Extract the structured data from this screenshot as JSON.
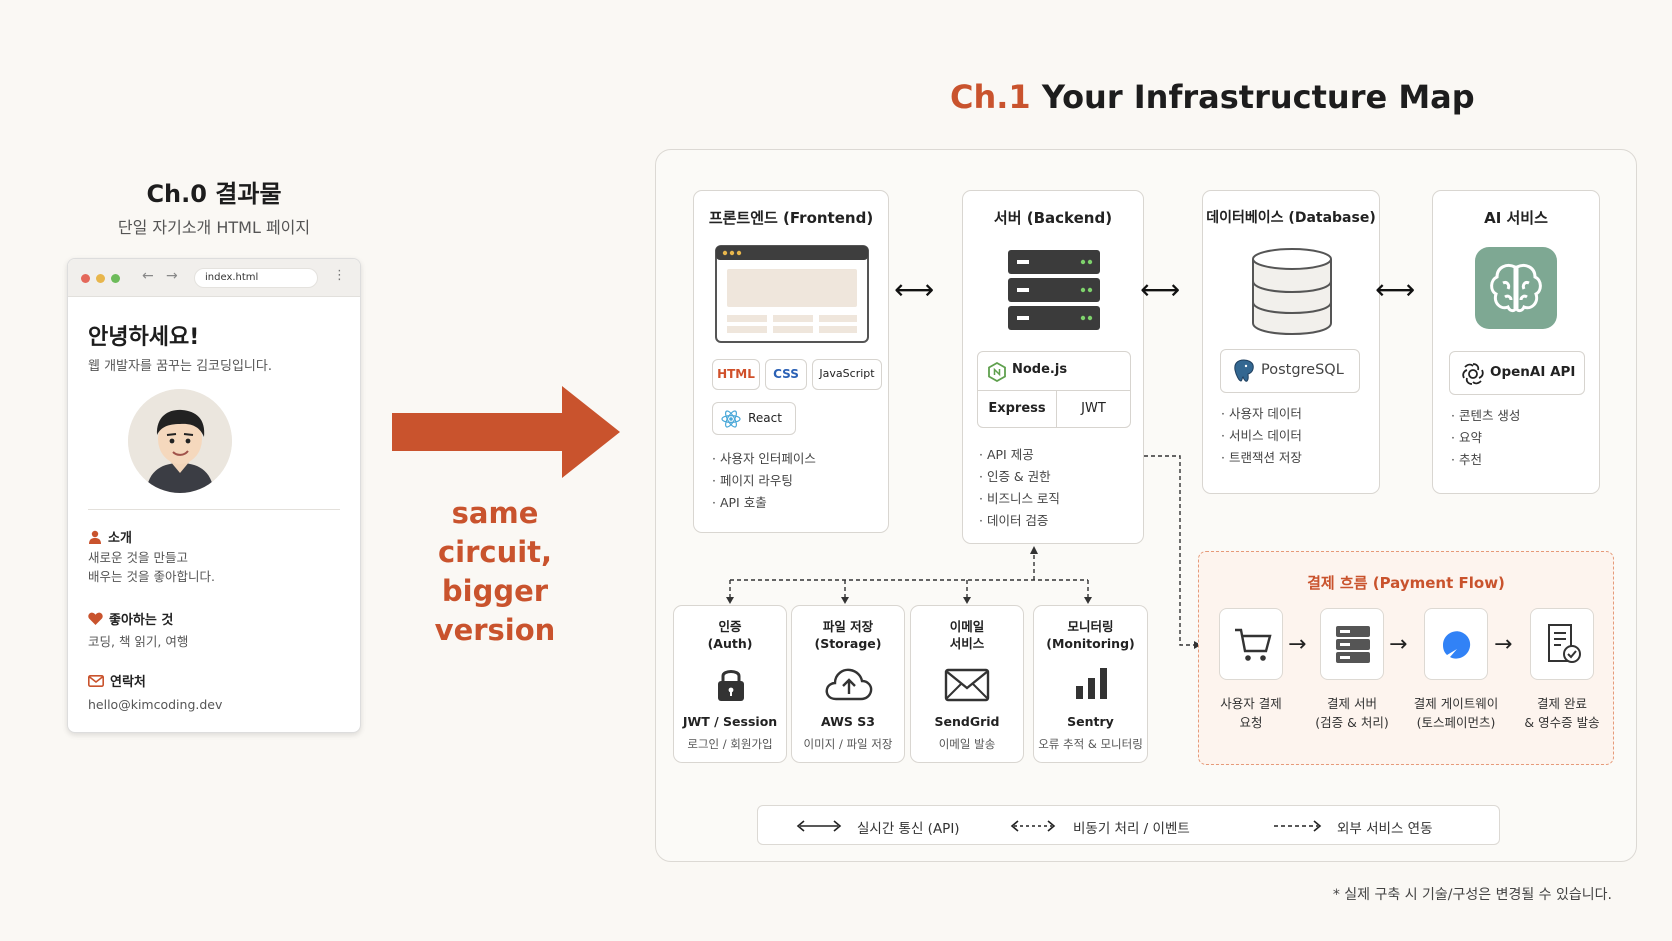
{
  "ch0": {
    "title": "Ch.0 결과물",
    "subtitle": "단일 자기소개 HTML 페이지",
    "browser": {
      "url": "index.html",
      "greeting": "안녕하세요!",
      "intro": "웹 개발자를 꿈꾸는 김코딩입니다.",
      "sections": [
        {
          "heading": "소개",
          "icon": "person-icon",
          "lines": [
            "새로운 것을 만들고",
            "배우는 것을 좋아합니다."
          ]
        },
        {
          "heading": "좋아하는 것",
          "icon": "heart-icon",
          "lines": [
            "코딩, 책 읽기, 여행"
          ]
        },
        {
          "heading": "연락처",
          "icon": "mail-icon",
          "lines": [
            "hello@kimcoding.dev"
          ]
        }
      ]
    }
  },
  "arrow_caption": [
    "same circuit,",
    "bigger version"
  ],
  "ch1": {
    "title_accent": "Ch.1",
    "title_rest": " Your Infrastructure Map",
    "frontend": {
      "title": "프론트엔드 (Frontend)",
      "chips": [
        "HTML",
        "CSS",
        "JavaScript",
        "React"
      ],
      "bullets": [
        "사용자 인터페이스",
        "페이지 라우팅",
        "API 호출"
      ]
    },
    "backend": {
      "title": "서버 (Backend)",
      "runtime": "Node.js",
      "chips": [
        "Express",
        "JWT"
      ],
      "bullets": [
        "API 제공",
        "인증 & 권한",
        "비즈니스 로직",
        "데이터 검증"
      ]
    },
    "database": {
      "title": "데이터베이스 (Database)",
      "product": "PostgreSQL",
      "bullets": [
        "사용자 데이터",
        "서비스 데이터",
        "트랜잭션 저장"
      ]
    },
    "ai": {
      "title": "AI 서비스",
      "product": "OpenAI API",
      "bullets": [
        "콘텐츠 생성",
        "요약",
        "추천"
      ]
    },
    "services": [
      {
        "title": "인증\n(Auth)",
        "name": "JWT / Session",
        "desc": "로그인 / 회원가입",
        "icon": "lock-icon"
      },
      {
        "title": "파일 저장\n(Storage)",
        "name": "AWS S3",
        "desc": "이미지 / 파일 저장",
        "icon": "cloud-upload-icon"
      },
      {
        "title": "이메일\n서비스",
        "name": "SendGrid",
        "desc": "이메일 발송",
        "icon": "envelope-icon"
      },
      {
        "title": "모니터링\n(Monitoring)",
        "name": "Sentry",
        "desc": "오류 추적 & 모니터링",
        "icon": "bar-chart-icon"
      }
    ],
    "payment": {
      "title": "결제 흐름 (Payment Flow)",
      "steps": [
        {
          "label": "사용자 결제\n요청",
          "icon": "cart-icon"
        },
        {
          "label": "결제 서버\n(검증 & 처리)",
          "icon": "server-icon"
        },
        {
          "label": "결제 게이트웨이\n(토스페이먼츠)",
          "icon": "toss-icon"
        },
        {
          "label": "결제 완료\n& 영수증 발송",
          "icon": "receipt-icon"
        }
      ]
    },
    "legend": {
      "realtime": "실시간 통신 (API)",
      "async": "비동기 처리 / 이벤트",
      "external": "외부 서비스 연동"
    },
    "note": "* 실제 구축 시 기술/구성은 변경될 수 있습니다."
  }
}
